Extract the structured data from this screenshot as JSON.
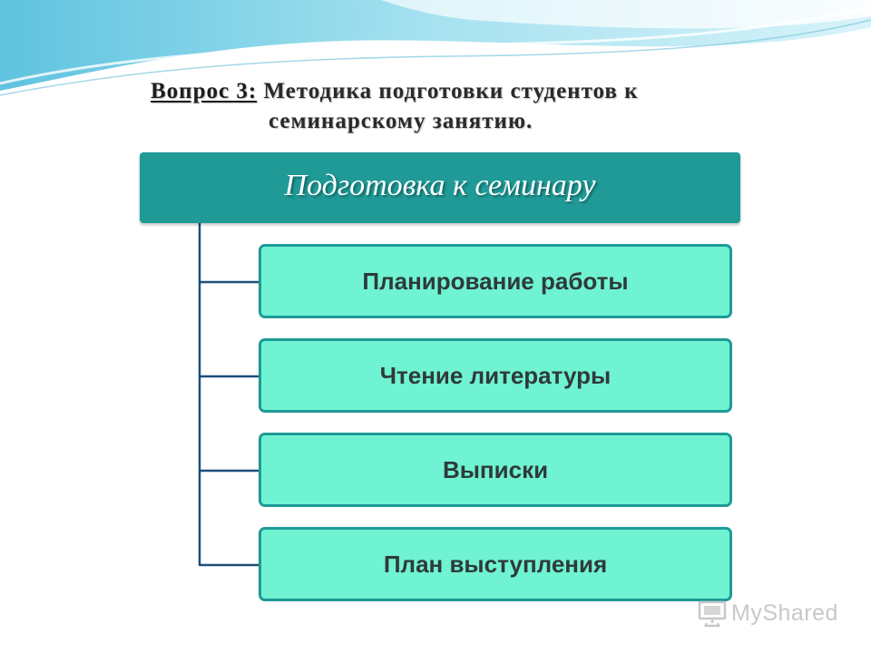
{
  "title": {
    "prefix": "Вопрос 3:",
    "line1": " Методика подготовки студентов к",
    "line2": "семинарскому занятию."
  },
  "diagram": {
    "root": "Подготовка к семинару",
    "children": [
      "Планирование работы",
      "Чтение литературы",
      "Выписки",
      "План выступления"
    ]
  },
  "watermark": {
    "label": "MyShared",
    "icon": "presentation-board-icon"
  },
  "colors": {
    "root_fill": "#1f9a97",
    "child_fill": "#6ff3d2",
    "child_border": "#1f9a97",
    "connector": "#1d4f7a",
    "header_wave": "#7fd0e6"
  }
}
